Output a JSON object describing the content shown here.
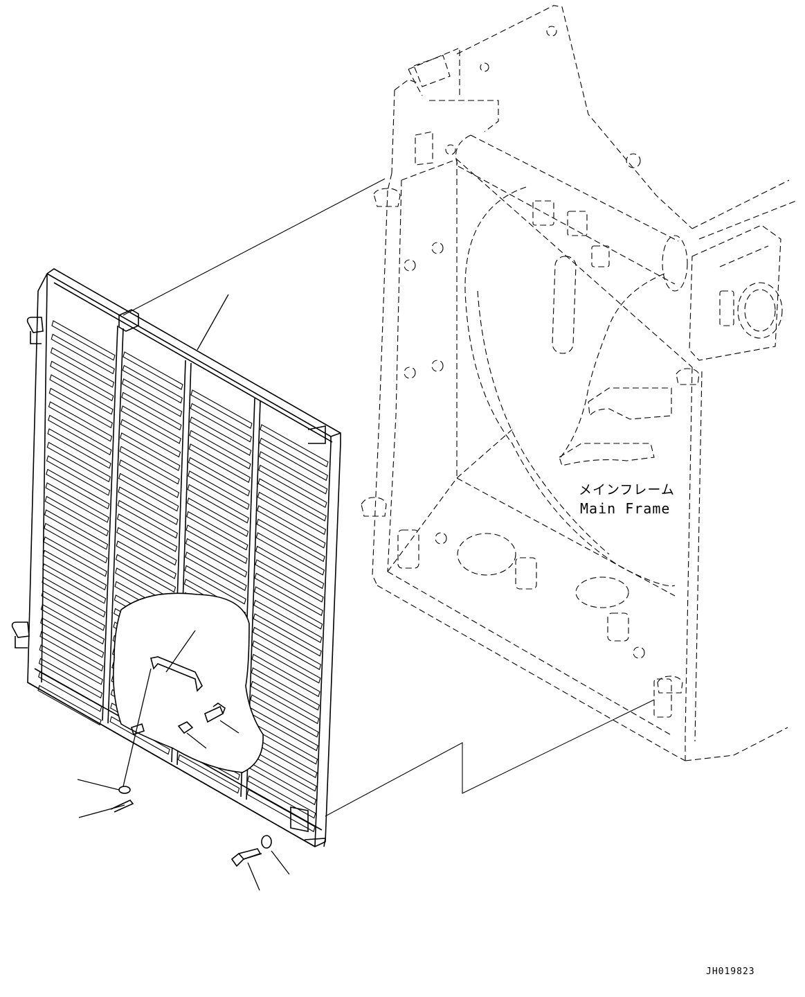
{
  "labels": {
    "main_frame_ja": "メインフレーム",
    "main_frame_en": "Main Frame",
    "drawing_id": "JH019823"
  },
  "colors": {
    "line": "#000000",
    "background": "#ffffff"
  }
}
